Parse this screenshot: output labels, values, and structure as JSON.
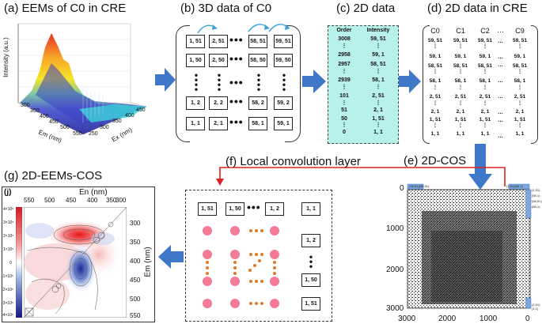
{
  "panels": {
    "a": {
      "title": "(a) EEMs of C0 in CRE",
      "zlabel": "Intensity (a.u.)",
      "xlabel": "Em (nm)",
      "ylabel": "Ex (nm)",
      "em_ticks": [
        "300",
        "350",
        "400",
        "450",
        "500",
        "550"
      ],
      "ex_ticks": [
        "250",
        "300",
        "350",
        "400",
        "450"
      ]
    },
    "b": {
      "title": "(b) 3D data of C0",
      "rows": [
        [
          "1, 51",
          "2, 51",
          "58, 51",
          "59, 51"
        ],
        [
          "1, 50",
          "2, 50",
          "58, 50",
          "59, 50"
        ],
        [
          "1, 2",
          "2, 2",
          "58, 2",
          "59, 2"
        ],
        [
          "1, 1",
          "2, 1",
          "58, 1",
          "59, 1"
        ]
      ]
    },
    "c": {
      "title": "(c) 2D data",
      "col1": "Order",
      "col2": "Intensity",
      "orders": [
        "3008",
        "2958",
        "2957",
        "2939",
        "101",
        "51",
        "50",
        "0"
      ],
      "intensities": [
        "59, 51",
        "59, 1",
        "58, 51",
        "58, 1",
        "2, 51",
        "2, 1",
        "1, 51",
        "1, 1"
      ]
    },
    "d": {
      "title": "(d) 2D data in CRE",
      "headers": [
        "C0",
        "C1",
        "C2",
        "C9"
      ],
      "values": [
        "59, 51",
        "59, 1",
        "58, 51",
        "58, 1",
        "2, 51",
        "2, 1",
        "1, 51",
        "1, 1"
      ]
    },
    "e": {
      "title": "(e) 2D-COS",
      "x_ticks": [
        "3000",
        "2000",
        "1000",
        "0"
      ],
      "y_ticks": [
        "0",
        "1000",
        "2000",
        "3000"
      ],
      "top_labels": [
        "(59,51)(58,51)",
        "(1,51)(59,1)"
      ],
      "right_labels": [
        "(1,51)",
        "(59,1)",
        "(58,51)",
        "(58,1)",
        "(2,51)",
        "(1,1)"
      ]
    },
    "f": {
      "title": "(f) Local convolution layer",
      "top_row": [
        "1, 51",
        "1, 50",
        "1, 2",
        "1, 1"
      ],
      "right_col": [
        "1, 2",
        "1, 50",
        "1, 51"
      ]
    },
    "g": {
      "title": "(g) 2D-EEMs-COS",
      "tag": "(j)",
      "top_axis_label": "En (nm)",
      "right_axis_label": "Em (nm)",
      "top_ticks": [
        "550",
        "500",
        "450",
        "400",
        "350",
        "300"
      ],
      "right_ticks": [
        "300",
        "350",
        "400",
        "450",
        "500",
        "550"
      ],
      "colorbar_ticks": [
        "4×10⁵",
        "3×10⁵",
        "2×10⁵",
        "1×10⁵",
        "0",
        "-1×10⁵",
        "-2×10⁵",
        "-3×10⁵",
        "-4×10⁵"
      ]
    }
  },
  "colors": {
    "arrow_blue": "#3f78c8",
    "teal_box": "#b8f1ea",
    "red_arrow": "#e02020",
    "pink_dot": "#f47a96",
    "orange_dot": "#e07a2b"
  }
}
